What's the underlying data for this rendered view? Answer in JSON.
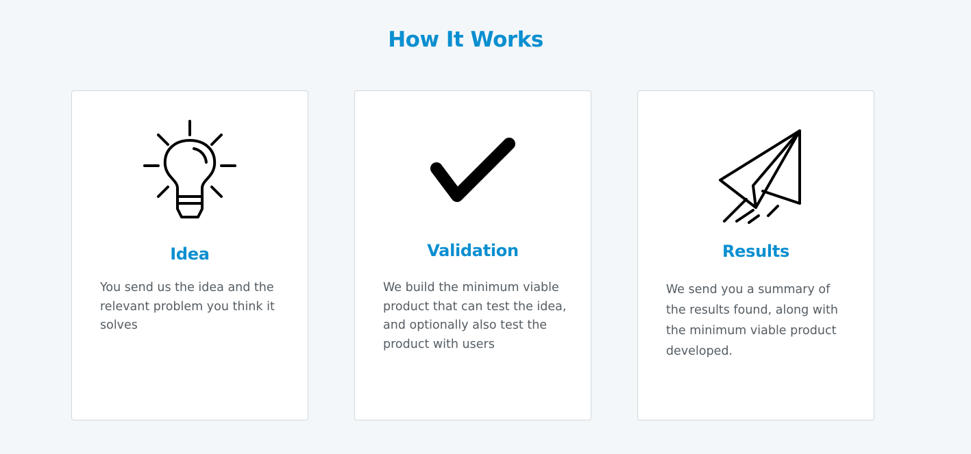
{
  "section": {
    "title": "How It Works"
  },
  "cards": [
    {
      "title": "Idea",
      "description": "You send us the idea and the relevant problem you think it solves",
      "icon": "lightbulb-icon"
    },
    {
      "title": "Validation",
      "description": "We build the minimum viable product that can test the idea, and optionally also test the product with users",
      "icon": "checkmark-icon"
    },
    {
      "title": "Results",
      "description": "We send you a summary of the results found, along with the minimum viable product developed.",
      "icon": "paper-plane-icon"
    }
  ],
  "colors": {
    "accent": "#0a8fd0",
    "background": "#f3f7f9",
    "card": "#ffffff",
    "body_text": "#555d63",
    "icon": "#000000"
  }
}
